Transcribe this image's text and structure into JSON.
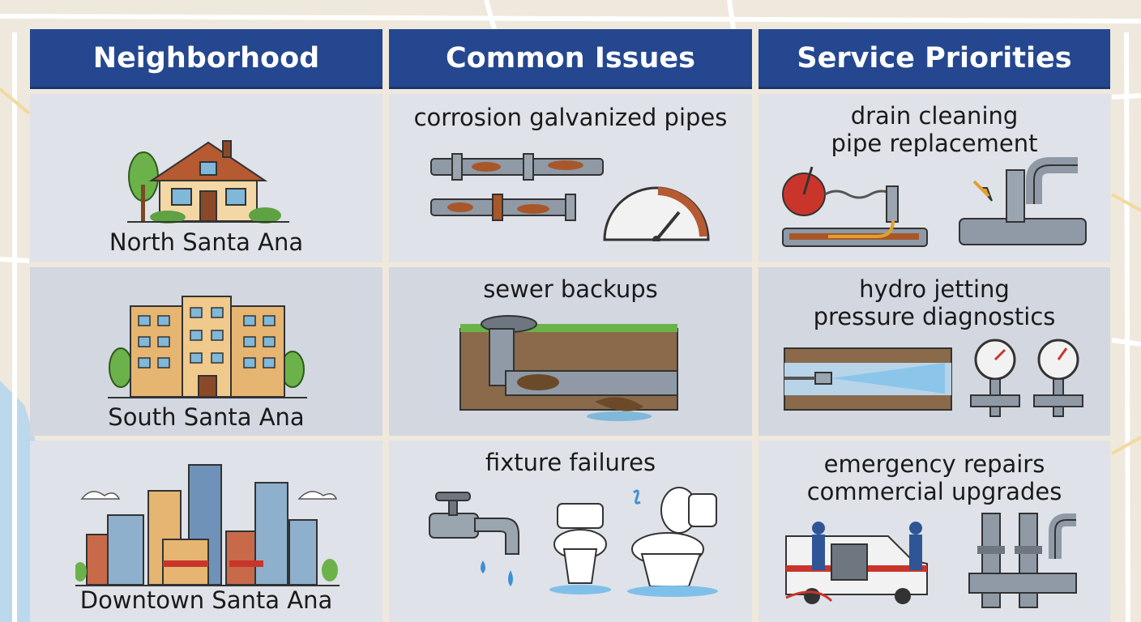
{
  "headers": {
    "neighborhood": "Neighborhood",
    "issues": "Common Issues",
    "priorities": "Service Priorities"
  },
  "rows": [
    {
      "neighborhood": "North Santa Ana",
      "issue": "corrosion galvanized pipes",
      "priority_lines": [
        "drain cleaning",
        "pipe replacement"
      ]
    },
    {
      "neighborhood": "South Santa Ana",
      "issue": "sewer backups",
      "priority_lines": [
        "hydro jetting",
        "pressure diagnostics"
      ]
    },
    {
      "neighborhood": "Downtown Santa Ana",
      "issue": "fixture failures",
      "priority_lines": [
        "emergency repairs",
        "commercial upgrades"
      ]
    }
  ],
  "colors": {
    "header_bg": "#24478f",
    "cell_bg": "#dfe2e8",
    "map_water": "#bcd8ec",
    "pipe": "#8f9aa6",
    "rust": "#a8572a"
  },
  "icons": [
    "house-icon",
    "apartment-icon",
    "city-skyline-icon",
    "corroded-pipes-icon",
    "pressure-gauge-icon",
    "sewer-pipe-icon",
    "faucet-icon",
    "toilet-icon",
    "drain-snake-icon",
    "pipe-fitting-icon",
    "hydro-jet-icon",
    "service-van-icon"
  ]
}
